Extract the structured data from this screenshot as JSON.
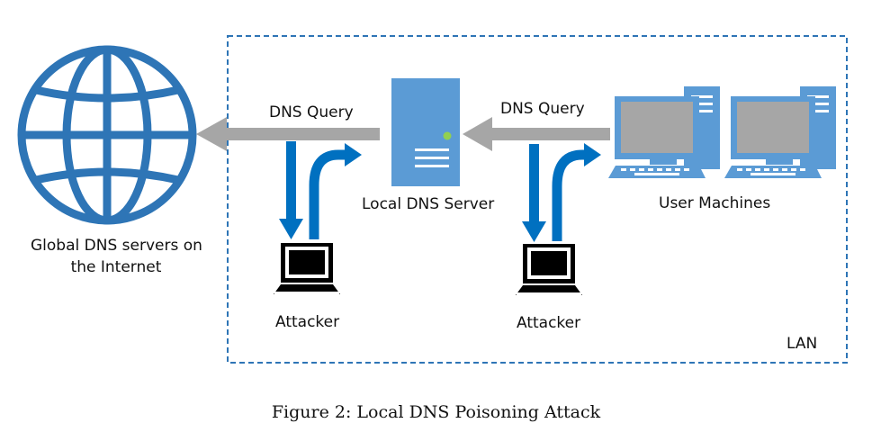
{
  "labels": {
    "dns_query_left": "DNS Query",
    "dns_query_right": "DNS Query",
    "local_dns_server": "Local DNS Server",
    "user_machines": "User Machines",
    "global_dns_line1": "Global DNS servers on",
    "global_dns_line2": "the Internet",
    "attacker_left": "Attacker",
    "attacker_right": "Attacker",
    "lan": "LAN"
  },
  "caption": "Figure 2: Local DNS Poisoning Attack",
  "colors": {
    "globe": "#2e75b6",
    "server": "#5b9bd5",
    "arrow_gray": "#a6a6a6",
    "arrow_blue": "#0070c0",
    "lan_border": "#2e75b6",
    "server_light": "#92d050"
  }
}
